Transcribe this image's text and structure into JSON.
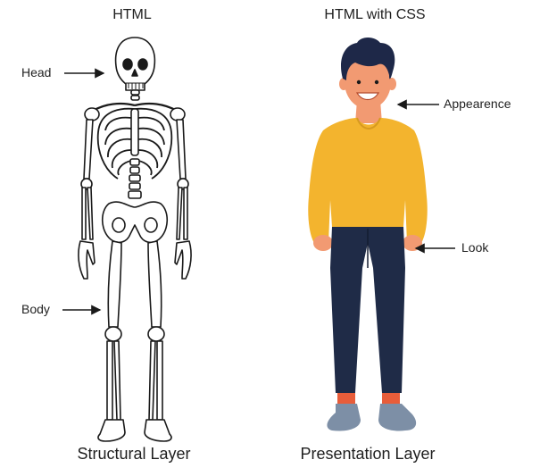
{
  "left_panel": {
    "title": "HTML",
    "caption": "Structural Layer",
    "labels": {
      "head": "Head",
      "body": "Body"
    }
  },
  "right_panel": {
    "title": "HTML with CSS",
    "caption": "Presentation Layer",
    "labels": {
      "appearance": "Appearence",
      "look": "Look"
    }
  },
  "colors": {
    "bone_outline": "#1a1a1a",
    "skin": "#f29a72",
    "hair": "#1e2848",
    "sweater": "#f3b42e",
    "pants": "#1f2b47",
    "shoes": "#7d8fa6",
    "socks": "#e85d3a"
  }
}
